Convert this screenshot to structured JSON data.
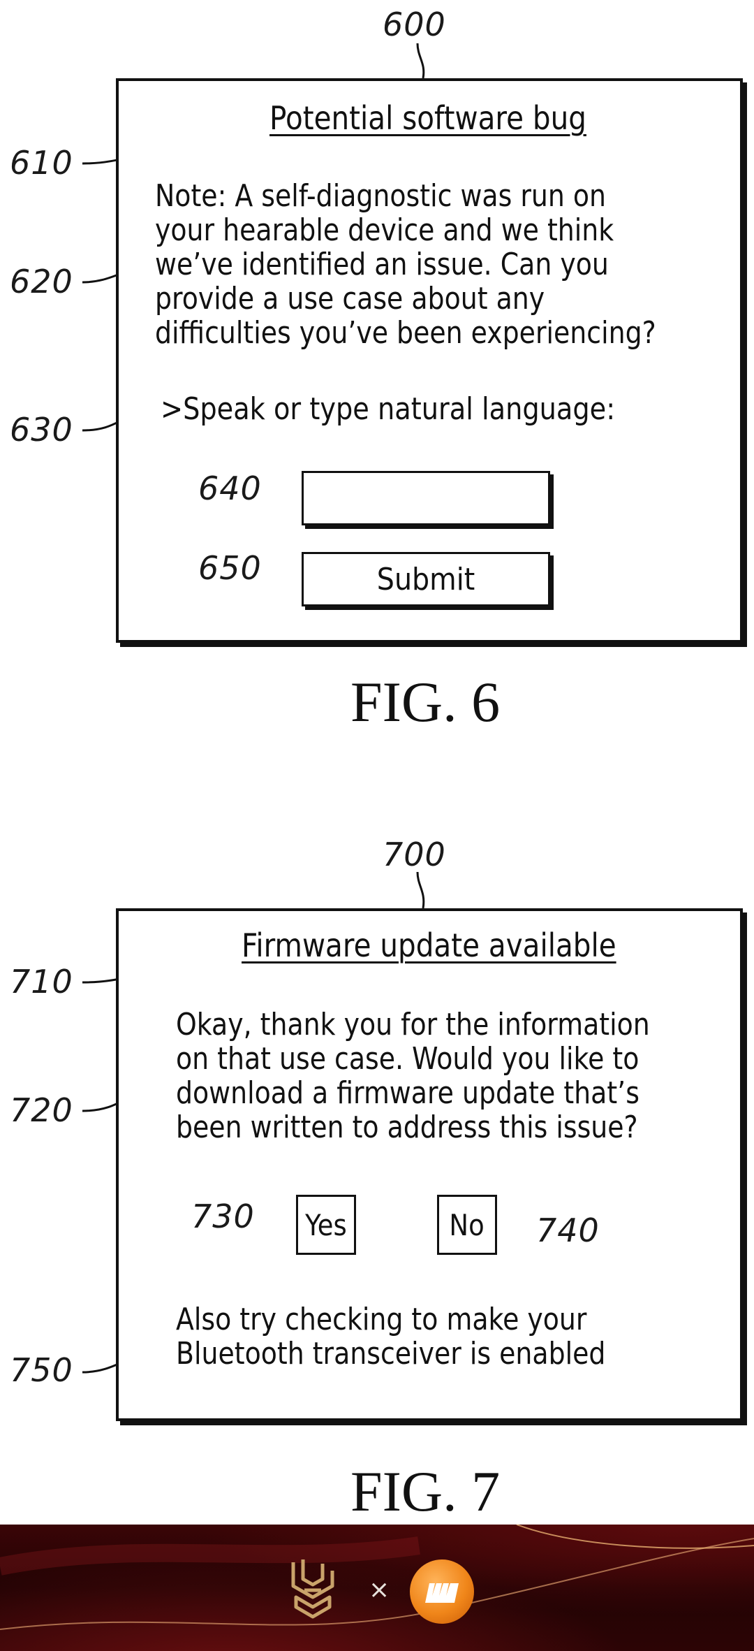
{
  "fig6": {
    "ref_main": "600",
    "ref_title": "610",
    "ref_note": "620",
    "ref_prompt": "630",
    "ref_input": "640",
    "ref_submit": "650",
    "title": "Potential software bug",
    "note_lines": [
      "Note: A self-diagnostic was run on",
      "your hearable device and we think",
      "we’ve identified an issue. Can you",
      "provide a use case about any",
      "difficulties you’ve been experiencing?"
    ],
    "prompt": ">Speak or type natural language:",
    "input_value": "",
    "submit_label": "Submit",
    "caption": "FIG. 6"
  },
  "fig7": {
    "ref_main": "700",
    "ref_title": "710",
    "ref_message": "720",
    "ref_yes": "730",
    "ref_no": "740",
    "ref_tip": "750",
    "title": "Firmware update available",
    "message_lines": [
      "Okay, thank you for the information",
      "on that use case. Would you like to",
      "download a firmware update that’s",
      "been written to address this issue?"
    ],
    "yes_label": "Yes",
    "no_label": "No",
    "tip_lines": [
      "Also try checking to make your",
      "Bluetooth transceiver is enabled"
    ],
    "caption": "FIG. 7"
  },
  "banner": {
    "separator": "×",
    "left_logo_icon": "geometric-monogram-logo",
    "right_logo_icon": "orange-circle-m-logo",
    "colors": {
      "background": "#2a0405",
      "accent_orange": "#f0861a",
      "accent_gold": "#c9a36a"
    }
  }
}
